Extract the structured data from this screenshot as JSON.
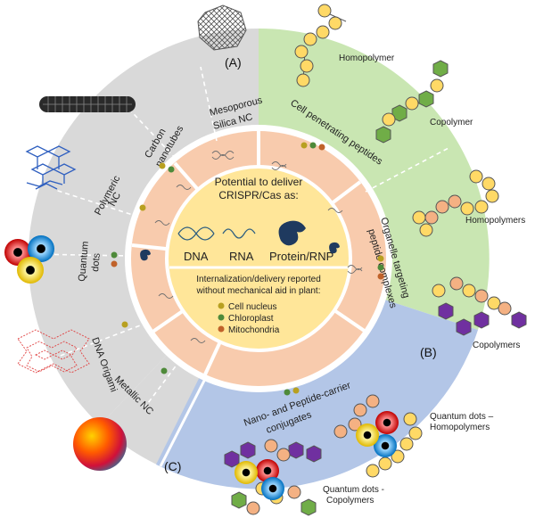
{
  "sections": {
    "a_letter": "(A)",
    "b_letter": "(B)",
    "c_letter": "(C)"
  },
  "outer_labels": {
    "mesoporous_1": "Mesoporous",
    "mesoporous_2": "Silica NC",
    "carbon_1": "Carbon",
    "carbon_2": "nanotubes",
    "polymeric_1": "Polymeric",
    "polymeric_2": "NC",
    "quantum_1": "Quantum",
    "quantum_2": "dots",
    "dna_origami": "DNA Origami",
    "metallic": "Metallic NC",
    "cpp": "Cell penetrating peptides",
    "organelle_1": "Organelle targeting",
    "organelle_2": "peptide complexes",
    "nano_1": "Nano- and Peptide-carrier",
    "nano_2": "conjugates"
  },
  "side_labels": {
    "homopolymer": "Homopolymer",
    "copolymer": "Copolymer",
    "homopolymers": "Homopolymers",
    "copolymers": "Copolymers",
    "qd_homo_1": "Quantum dots –",
    "qd_homo_2": "Homopolymers",
    "qd_co_1": "Quantum dots -",
    "qd_co_2": "Copolymers"
  },
  "center": {
    "title_1": "Potential to deliver",
    "title_2": "CRISPR/Cas as:",
    "dna": "DNA",
    "rna": "RNA",
    "protein": "Protein/RNP",
    "intern_1": "Internalization/delivery reported",
    "intern_2": "without mechanical aid in plant:",
    "legend": [
      {
        "label": "Cell nucleus",
        "color": "#b8a020"
      },
      {
        "label": "Chloroplast",
        "color": "#4e8a3a"
      },
      {
        "label": "Mitochondria",
        "color": "#c0622a"
      }
    ]
  },
  "colors": {
    "gray": "#d9d9d9",
    "green": "#c9e6b2",
    "blue": "#b3c6e7",
    "peach": "#f8cbad",
    "center": "#ffe699",
    "bead_yellow": "#ffd966",
    "bead_peach": "#f4b183",
    "hex_green": "#70ad47",
    "hex_purple": "#7030a0"
  }
}
